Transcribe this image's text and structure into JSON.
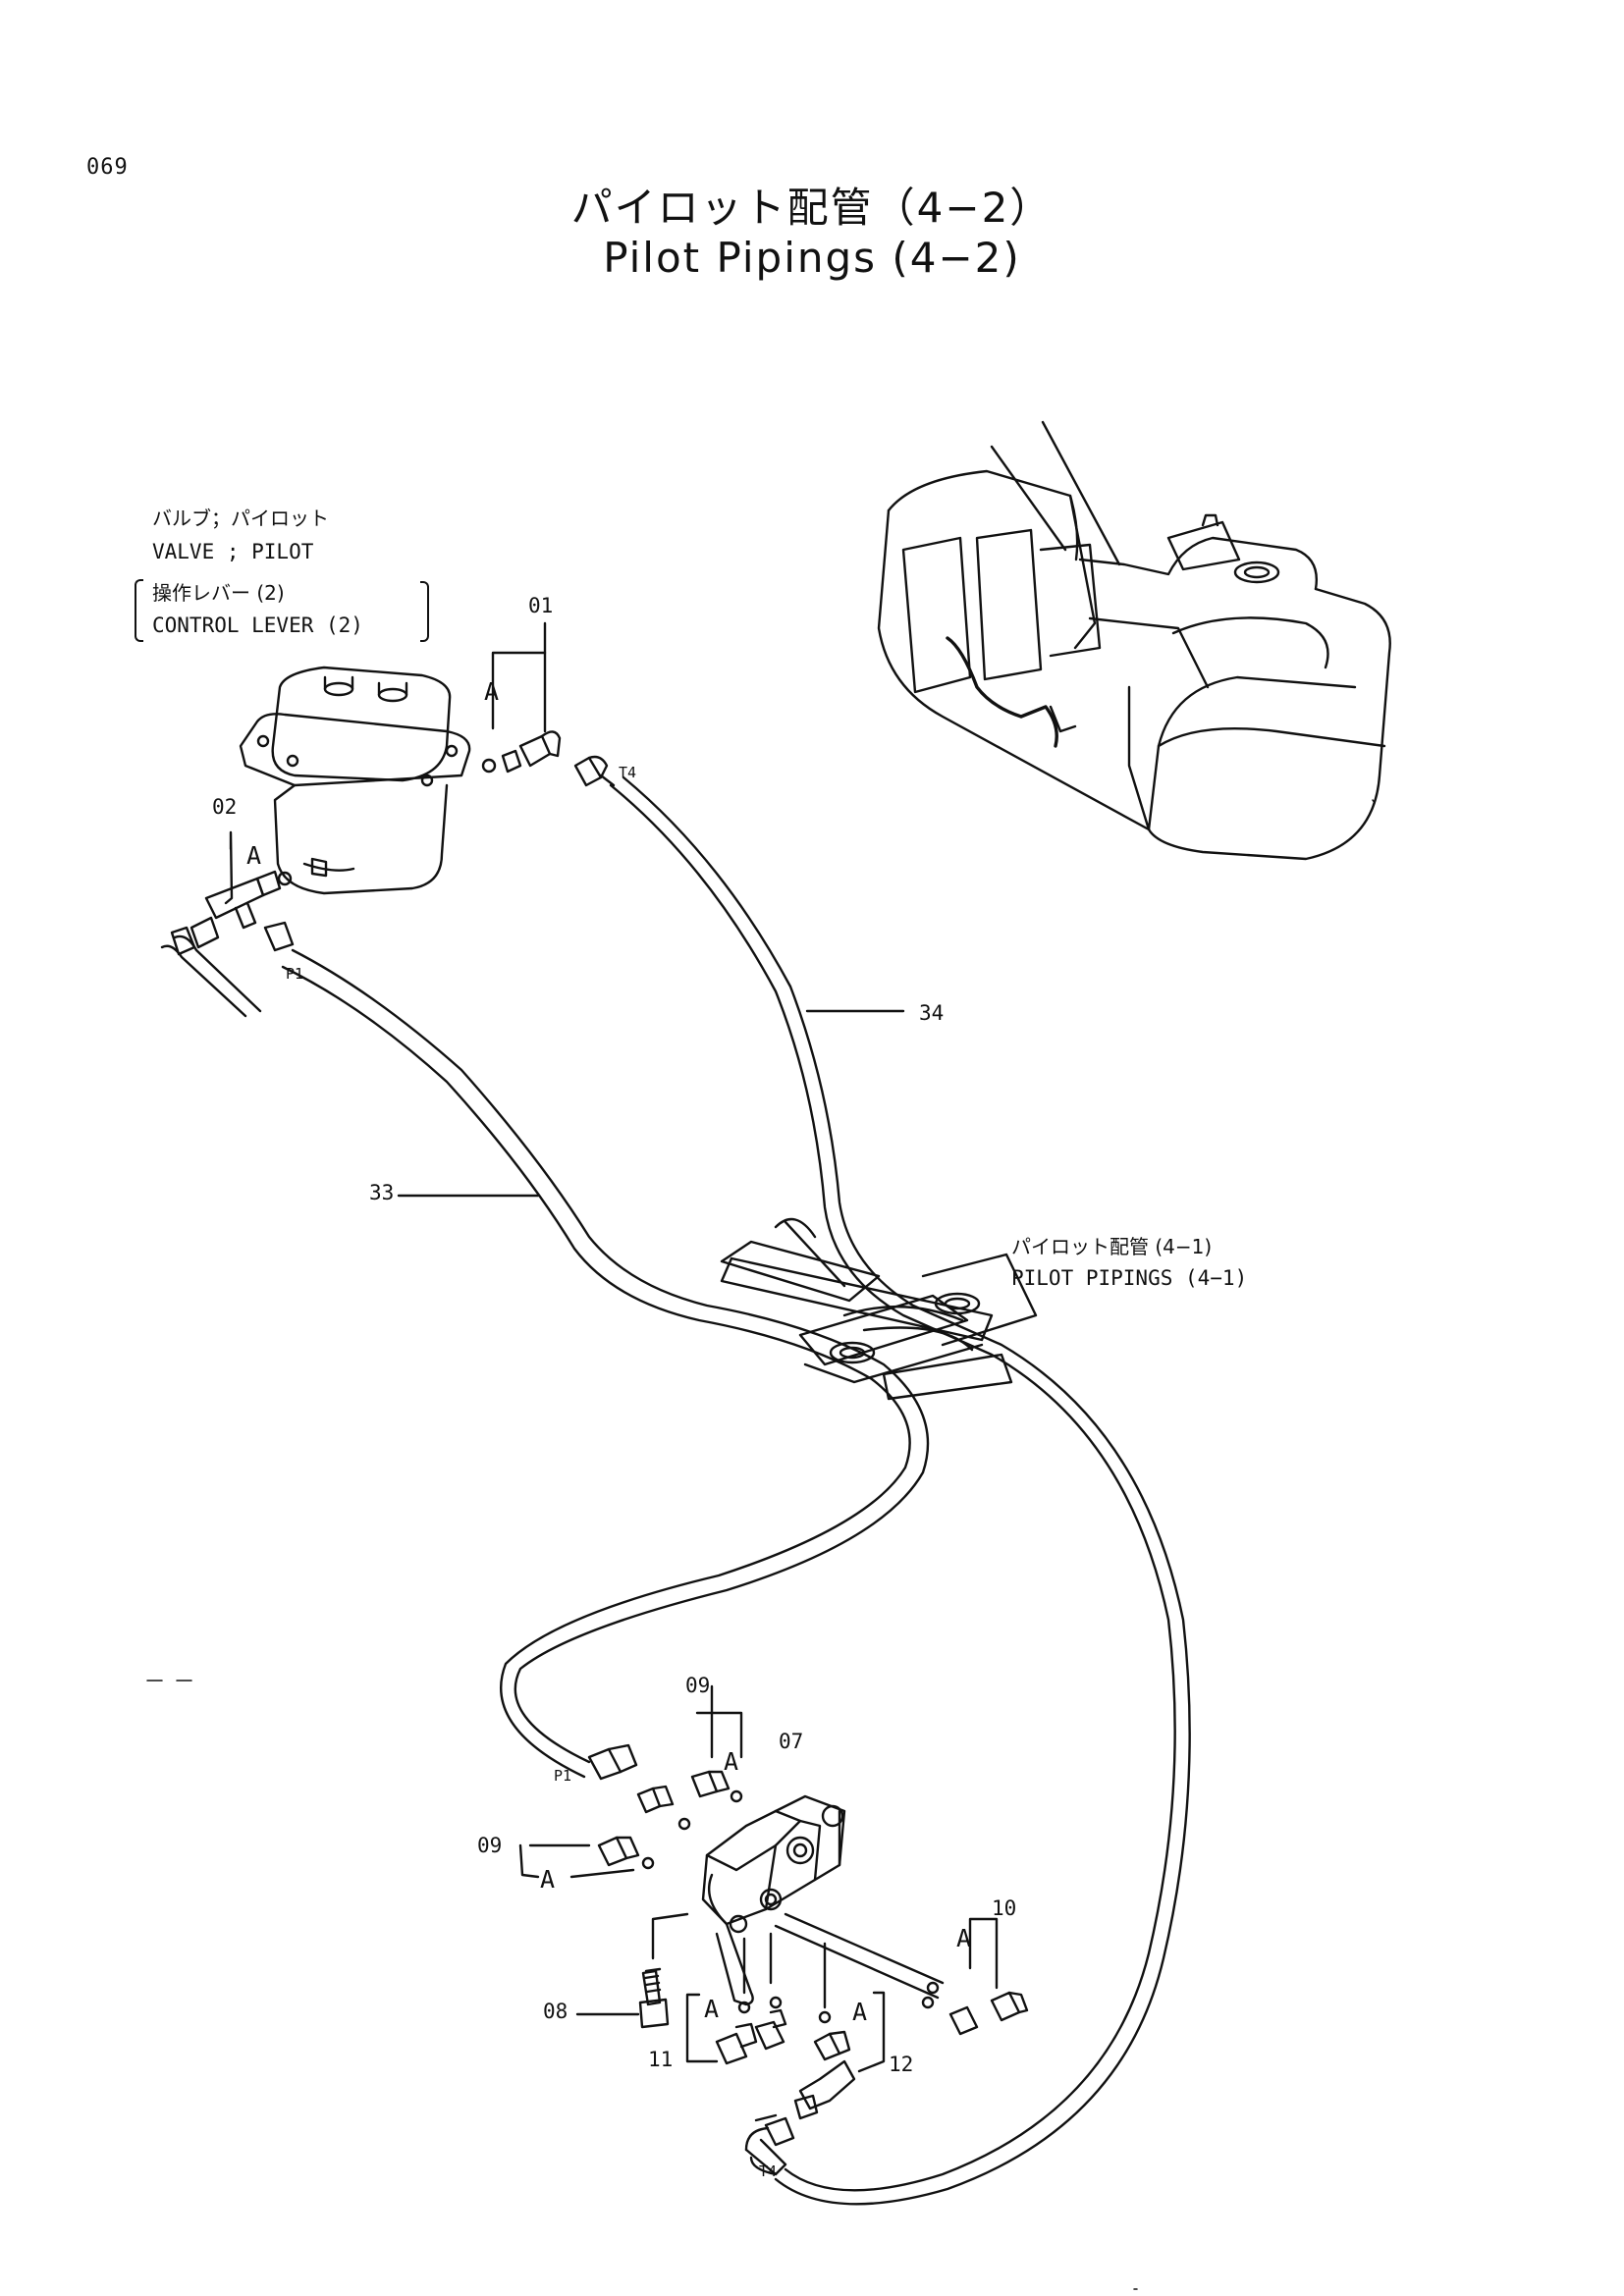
{
  "page": {
    "number": "069",
    "title_jp": "パイロット配管（4−2）",
    "title_en": "Pilot Pipings (4−2)"
  },
  "callouts": {
    "valve_jp": "バルブ；パイロット",
    "valve_en": "VALVE ; PILOT",
    "lever_jp": "操作レバー (2)",
    "lever_en": "CONTROL LEVER (2)",
    "ref_jp": "パイロット配管 (4−1)",
    "ref_en": "PILOT PIPINGS (4−1)"
  },
  "parts": {
    "p01": "01",
    "p02": "02",
    "p33": "33",
    "p34": "34",
    "p07": "07",
    "p08": "08",
    "p09a": "09",
    "p09b": "09",
    "p10": "10",
    "p11": "11",
    "p12": "12"
  },
  "markers": {
    "a": "A",
    "p1": "P1",
    "t4": "T4"
  }
}
